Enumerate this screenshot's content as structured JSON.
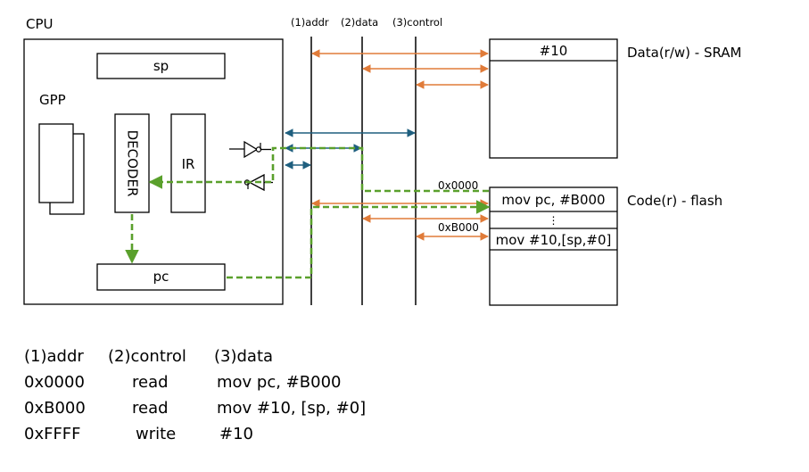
{
  "cpu": {
    "title": "CPU",
    "sp": "sp",
    "gpp": "GPP",
    "decoder": "DECODER",
    "ir": "IR",
    "pc": "pc"
  },
  "bus": {
    "addr": "(1)addr",
    "data": "(2)data",
    "control": "(3)control"
  },
  "sram": {
    "cell": "#10",
    "label": "Data(r/w) - SRAM"
  },
  "flash": {
    "addr_first": "0x0000",
    "addr_second": "0xB000",
    "row1": "mov pc, #B000",
    "ellipsis": "⋮",
    "row2": "mov #10,[sp,#0]",
    "label": "Code(r) - flash"
  },
  "table": {
    "headers": [
      "(1)addr",
      "(2)control",
      "(3)data"
    ],
    "rows": [
      [
        "0x0000",
        "read",
        "mov pc, #B000"
      ],
      [
        "0xB000",
        "read",
        "mov #10, [sp, #0]"
      ],
      [
        "0xFFFF",
        "write",
        "#10"
      ]
    ]
  },
  "colors": {
    "orange": "#e07b39",
    "blue": "#1f5f7f",
    "green": "#5aa02c",
    "black": "#000000"
  }
}
